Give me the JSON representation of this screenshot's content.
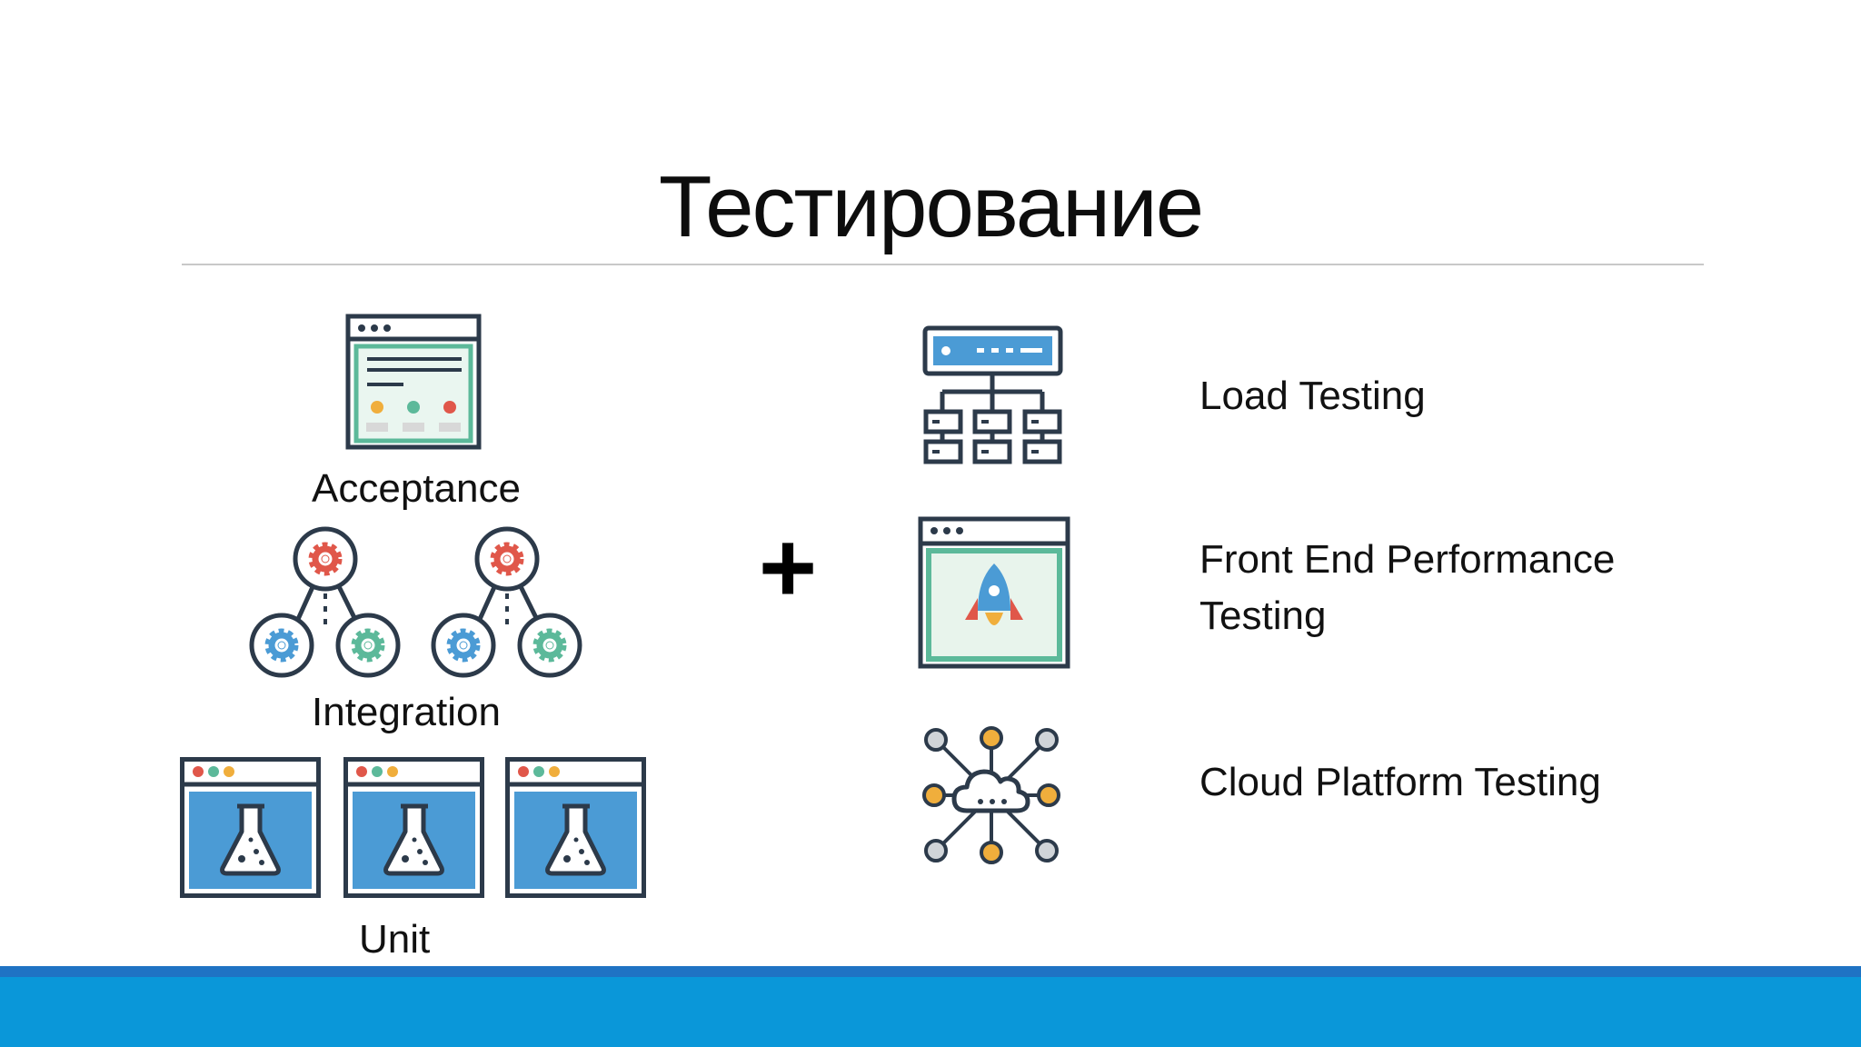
{
  "slide": {
    "title": "Тестирование"
  },
  "pyramid": {
    "acceptance_label": "Acceptance",
    "integration_label": "Integration",
    "unit_label": "Unit"
  },
  "plus_symbol": "+",
  "testing_types": {
    "load": "Load Testing",
    "frontend": "Front End Performance\nTesting",
    "cloud": "Cloud Platform Testing"
  },
  "colors": {
    "outline": "#2c3a4a",
    "accent_blue": "#4b9bd5",
    "accent_green": "#5cb99a",
    "accent_red": "#e0574a",
    "accent_orange": "#f0ae3c",
    "footer_dark": "#1f73c4",
    "footer_light": "#0a97d9"
  }
}
